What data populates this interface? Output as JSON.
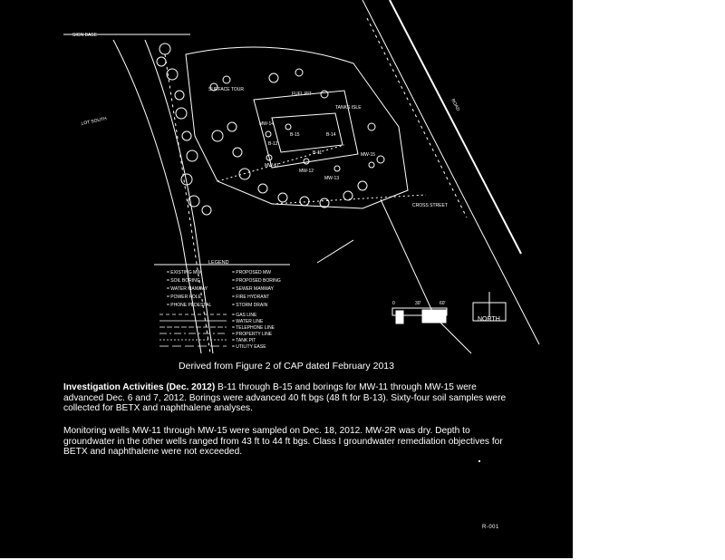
{
  "map": {
    "labels": {
      "sign_base": "SIGN BASE",
      "label_a": "SURFACE TOUR",
      "label_b": "FUEL PIT",
      "label_c": "TANKS ISLE",
      "label_d": "MW-11",
      "label_e": "MW-12",
      "label_f": "B-15",
      "label_g": "MW-13",
      "label_h": "B-14",
      "label_i": "MW-15",
      "label_j": "MW-14",
      "label_k": "B-12",
      "label_l": "B-11",
      "label_m": "CROSS STREET",
      "label_n": "LOT SOUTH",
      "label_o": "ROAD",
      "north": "NORTH"
    },
    "legend": {
      "title": "LEGEND",
      "left_items": [
        "= EXISTING MW",
        "= SOIL BORING",
        "= WATER MANWAY",
        "= POWER POLE",
        "= PHONE PEDESTAL"
      ],
      "right_items": [
        "= PROPOSED MW",
        "= PROPOSED BORING",
        "= SEWER MANWAY",
        "= FIRE HYDRANT",
        "= STORM DRAIN"
      ],
      "line_items": [
        "= GAS LINE",
        "= WATER LINE",
        "= TELEPHONE LINE",
        "= PROPERTY LINE",
        "= TANK PIT",
        "= UTILITY EASE"
      ]
    },
    "scale": {
      "zero": "0",
      "mid": "30'",
      "end": "60'"
    }
  },
  "caption": "Derived from Figure 2 of CAP dated February 2013",
  "paragraph1": {
    "lead": "Investigation Activities (Dec. 2012)",
    "body": "  B-11 through B-15 and borings for MW-11 through MW-15 were advanced Dec. 6 and 7, 2012.  Borings were advanced 40 ft bgs (48 ft for B-13).  Sixty-four soil samples were collected for BETX and naphthalene analyses."
  },
  "paragraph2": "Monitoring wells MW-11 through MW-15 were sampled on Dec. 18, 2012.  MW-2R was dry.  Depth to groundwater in the other wells ranged from 43 ft to 44 ft bgs.  Class I groundwater remediation objectives for BETX and naphthalene were not exceeded.",
  "page_number": "R-001"
}
